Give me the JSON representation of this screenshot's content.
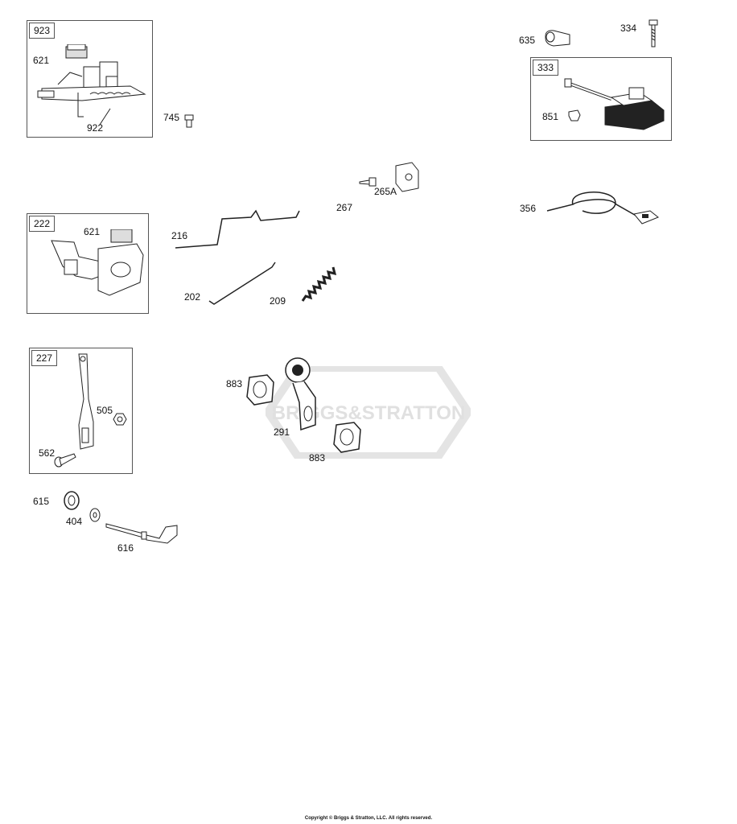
{
  "watermark": "BRIGGS&STRATTON",
  "copyright": "Copyright © Briggs & Stratton, LLC. All rights reserved.",
  "groups": {
    "g923": "923",
    "g333": "333",
    "g222": "222",
    "g227": "227"
  },
  "parts": {
    "p621a": "621",
    "p922": "922",
    "p745": "745",
    "p635": "635",
    "p334": "334",
    "p851": "851",
    "p265A": "265A",
    "p267": "267",
    "p356": "356",
    "p621b": "621",
    "p216": "216",
    "p202": "202",
    "p209": "209",
    "p505": "505",
    "p562": "562",
    "p883a": "883",
    "p291": "291",
    "p883b": "883",
    "p615": "615",
    "p404": "404",
    "p616": "616"
  }
}
